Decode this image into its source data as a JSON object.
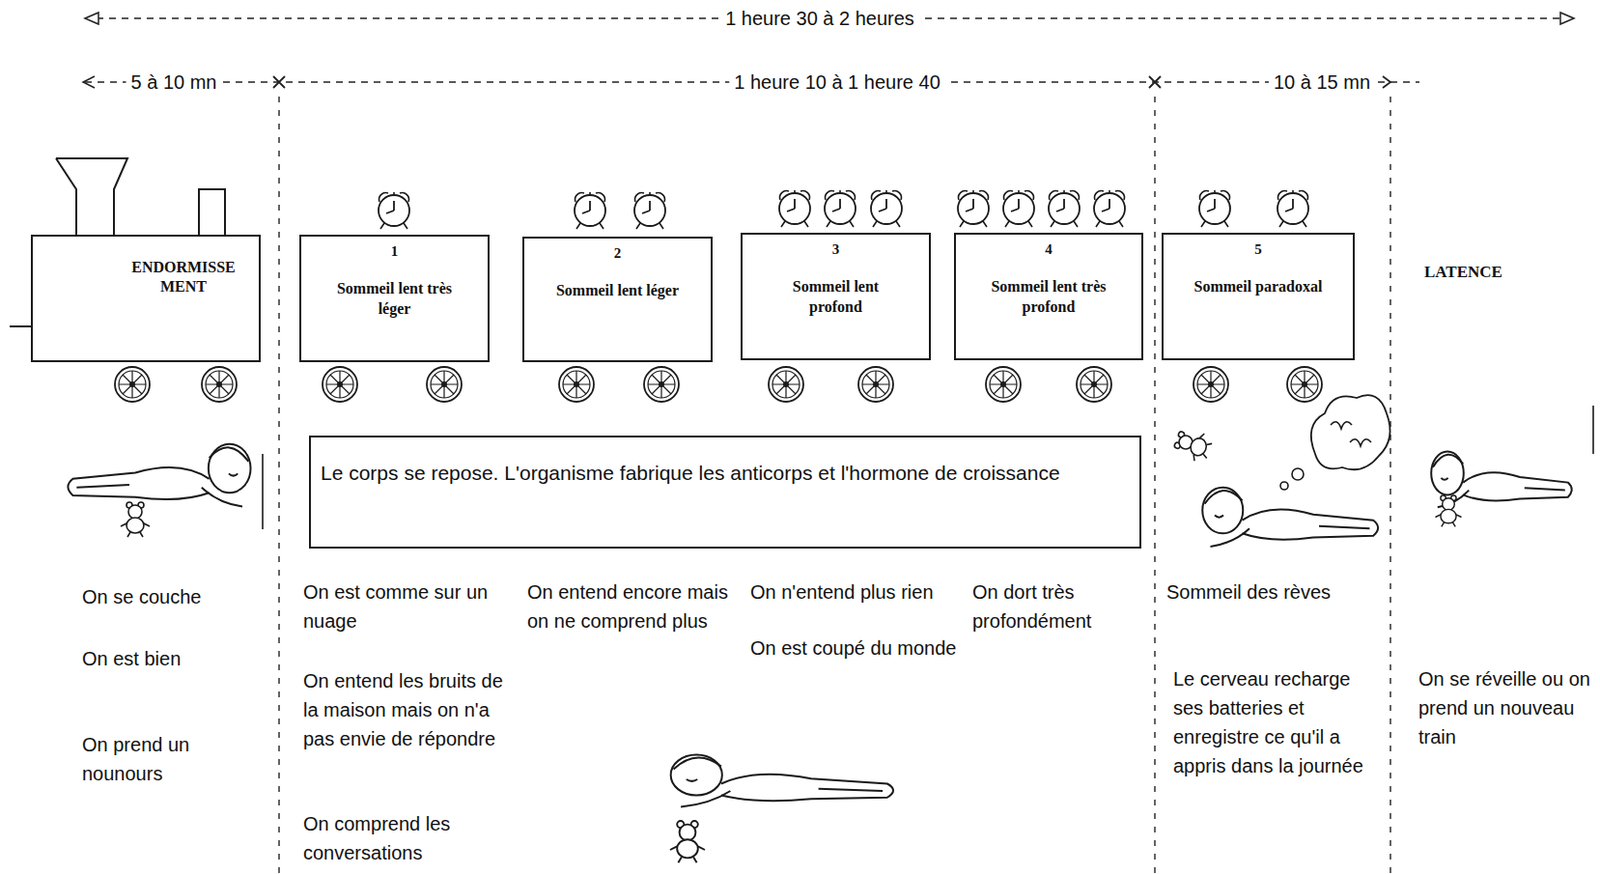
{
  "diagram": {
    "nodes": [
      {
        "text": [
          "ENDORMISSE MENT"
        ]
      },
      {
        "text": [
          "1",
          "Sommeil lent très léger"
        ]
      },
      {
        "text": [
          "2",
          "Sommeil lent léger"
        ]
      },
      {
        "text": [
          "3",
          "Sommeil lent profond"
        ]
      },
      {
        "text": [
          "4",
          "Sommeil lent très profond"
        ]
      },
      {
        "text": [
          "5",
          "Sommeil paradoxal"
        ]
      },
      {
        "text": [
          "Le corps se repose. L'organisme fabrique les anticorps et l'hormone de croissance"
        ]
      }
    ],
    "labels": [
      "1 heure 30 à 2 heures",
      "5 à 10 mn",
      "1 heure 10 à 1 heure 40",
      "10 à 15 mn",
      "LATENCE",
      "On se couche",
      "On est bien",
      "On prend un nounours",
      "On est comme sur un nuage",
      "On entend les bruits de la maison mais on n'a pas envie de répondre",
      "On comprend les conversations",
      "On entend encore mais on ne comprend plus",
      "On n'entend plus rien",
      "On est coupé du monde",
      "On dort très profondément",
      "Sommeil des rèves",
      "Le cerveau recharge ses batteries et enregistre ce qu'il a appris dans la journée",
      "On se réveille ou on prend un nouveau train"
    ]
  }
}
